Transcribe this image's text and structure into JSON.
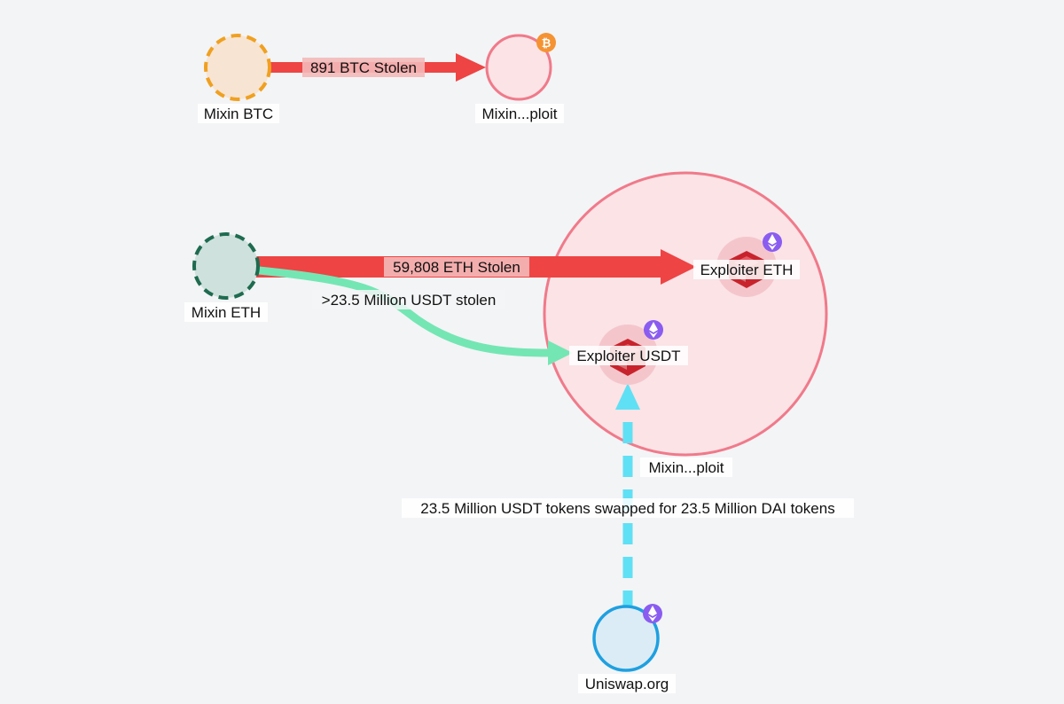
{
  "colors": {
    "background": "#f3f4f6",
    "theft_edge": "#ee4444",
    "usdt_edge": "#74e6b4",
    "swap_edge": "#60e0f4",
    "exploit_cluster_stroke": "#f07a8a",
    "exploit_cluster_fill": "#fbe3e6",
    "btc_node_stroke": "#f0a020",
    "btc_node_fill": "#f7e4d2",
    "eth_node_stroke": "#1e6b50",
    "eth_node_fill": "#cfe1dc",
    "uniswap_stroke": "#1ea0e0",
    "uniswap_fill": "#dcecf6",
    "btc_badge": "#f59332",
    "eth_badge": "#8a5cf0",
    "exploiter_icon": "#c8232c"
  },
  "nodes": {
    "mixin_btc": {
      "label": "Mixin BTC"
    },
    "mixin_btc_exploit": {
      "label": "Mixin...ploit",
      "badge_icon": "bitcoin-icon"
    },
    "mixin_eth": {
      "label": "Mixin ETH"
    },
    "exploit_cluster": {
      "label": "Mixin...ploit"
    },
    "exploiter_eth": {
      "label": "Exploiter ETH",
      "badge_icon": "ethereum-icon",
      "icon": "exploiter-cube-icon"
    },
    "exploiter_usdt": {
      "label": "Exploiter USDT",
      "badge_icon": "ethereum-icon",
      "icon": "exploiter-cube-icon"
    },
    "uniswap": {
      "label": "Uniswap.org",
      "badge_icon": "ethereum-icon"
    }
  },
  "edges": {
    "btc_theft": {
      "label": "891 BTC Stolen"
    },
    "eth_theft": {
      "label": "59,808 ETH Stolen"
    },
    "usdt_theft": {
      "label": ">23.5 Million USDT stolen"
    },
    "swap": {
      "label": "23.5 Million USDT tokens swapped for 23.5 Million DAI tokens"
    }
  }
}
